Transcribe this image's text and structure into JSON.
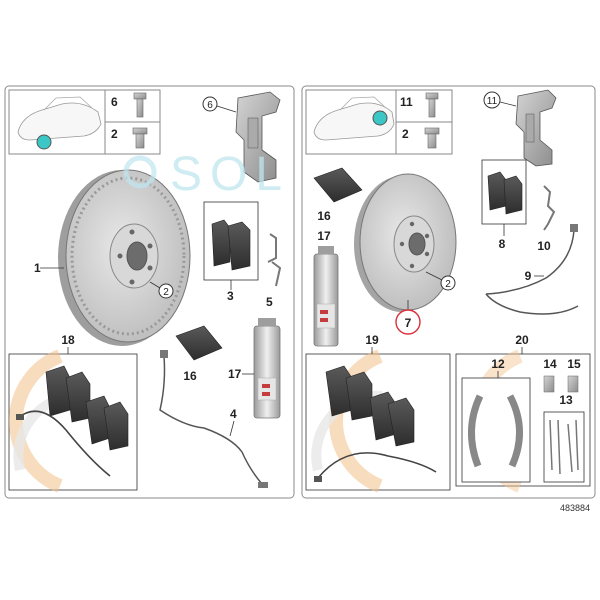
{
  "panel_left": {
    "labels": {
      "screw_6": "6",
      "sleeve_2": "2",
      "carrier_6": "6",
      "disc_1": "1",
      "disc_ref_2": "2",
      "pads_3": "3",
      "clip_5": "5",
      "kit_18": "18",
      "paste_16": "16",
      "spray_17": "17",
      "sensor_4": "4"
    }
  },
  "panel_right": {
    "labels": {
      "screw_11": "11",
      "sleeve_2": "2",
      "carrier_11": "11",
      "paste_16": "16",
      "spray_17": "17",
      "disc_ref_2": "2",
      "disc_7": "7",
      "pads_8": "8",
      "clip_10": "10",
      "sensor_9": "9",
      "kit_19": "19",
      "kit_20": "20",
      "shoes_12": "12",
      "part_14": "14",
      "part_15": "15",
      "part_13": "13"
    }
  },
  "watermark": "SOL",
  "diagram_code": "483884",
  "colors": {
    "locator_dot": "#3cc7c7",
    "highlight_ring": "#d9303a",
    "watermark": "#bfe6ee",
    "accent_arc": "#f2c089"
  }
}
